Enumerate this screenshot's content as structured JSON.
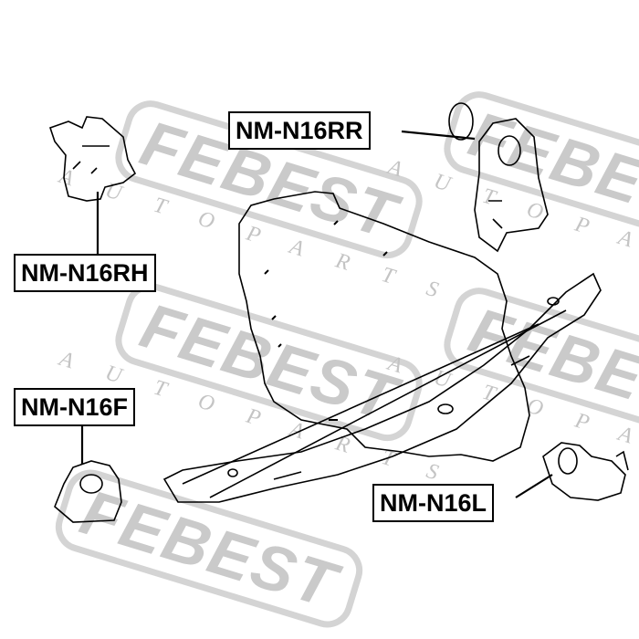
{
  "watermark": {
    "brand": "FEBEST",
    "tagline": "AUTOPARTS"
  },
  "parts": [
    {
      "id": "rr",
      "label": "NM-N16RR"
    },
    {
      "id": "rh",
      "label": "NM-N16RH"
    },
    {
      "id": "f",
      "label": "NM-N16F"
    },
    {
      "id": "l",
      "label": "NM-N16L"
    }
  ],
  "colors": {
    "line": "#000000",
    "watermark": "#cccccc"
  }
}
